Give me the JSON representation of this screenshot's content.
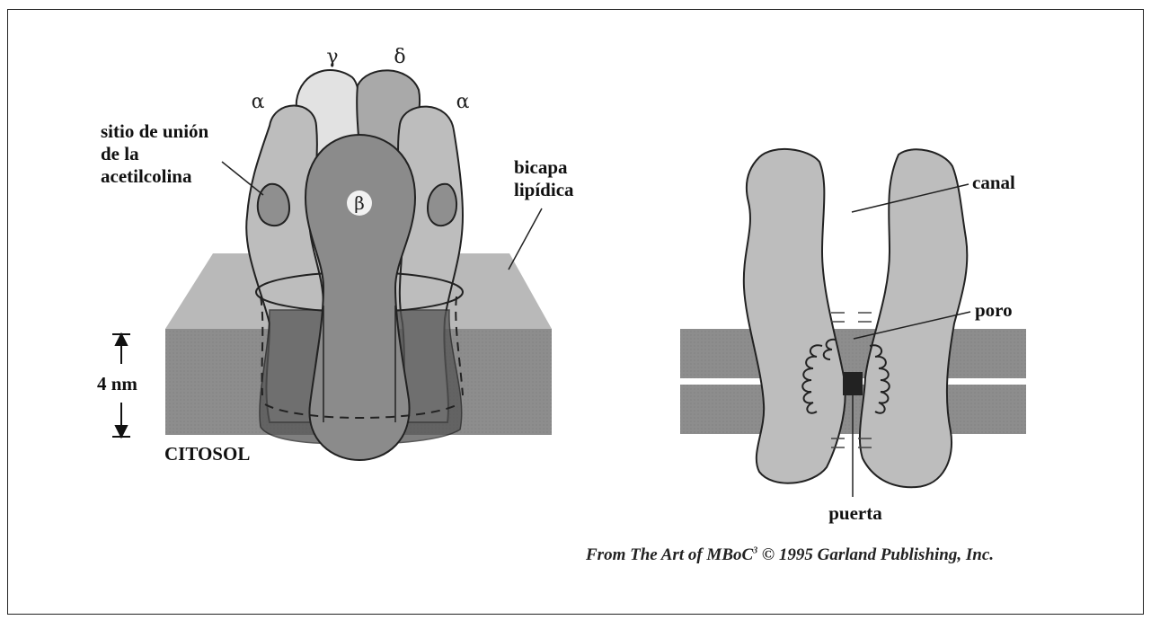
{
  "left_figure": {
    "subunits": {
      "gamma": "γ",
      "delta": "δ",
      "alpha_left": "α",
      "alpha_right": "α",
      "beta": "β"
    },
    "binding_site_label": [
      "sitio de unión",
      "de la",
      "acetilcolina"
    ],
    "bilayer_label": [
      "bicapa",
      "lipídica"
    ],
    "thickness_label": "4 nm",
    "cytosol_label": "CITOSOL"
  },
  "right_figure": {
    "channel_label": "canal",
    "pore_label": "poro",
    "gate_label": "puerta"
  },
  "credit": {
    "prefix": "From The Art of MBoC",
    "superscript": "3",
    "suffix": " © 1995 Garland Publishing, Inc."
  }
}
